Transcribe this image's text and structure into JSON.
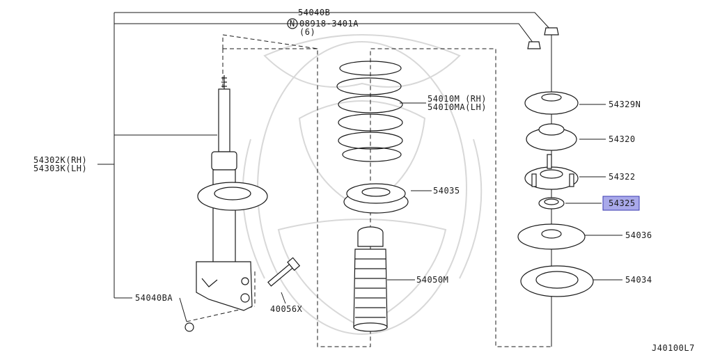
{
  "labels": {
    "p54040B": "54040B",
    "p08918": "08918-3401A",
    "p08918_qty": "(6)",
    "p08918_prefix": "N",
    "p54010M_rh": "54010M (RH)",
    "p54010MA_lh": "54010MA(LH)",
    "p54329N": "54329N",
    "p54320": "54320",
    "p54322": "54322",
    "p54325": "54325",
    "p54036": "54036",
    "p54034": "54034",
    "p54035": "54035",
    "p54050M": "54050M",
    "p54302K_rh": "54302K(RH)",
    "p54303K_lh": "54303K(LH)",
    "p54040BA": "54040BA",
    "p40056X": "40056X",
    "diagram_code": "J40100L7"
  },
  "colors": {
    "highlight_fill": "#a9a9ea",
    "line": "#1a1a1a",
    "watermark": "#d8d8d8"
  }
}
